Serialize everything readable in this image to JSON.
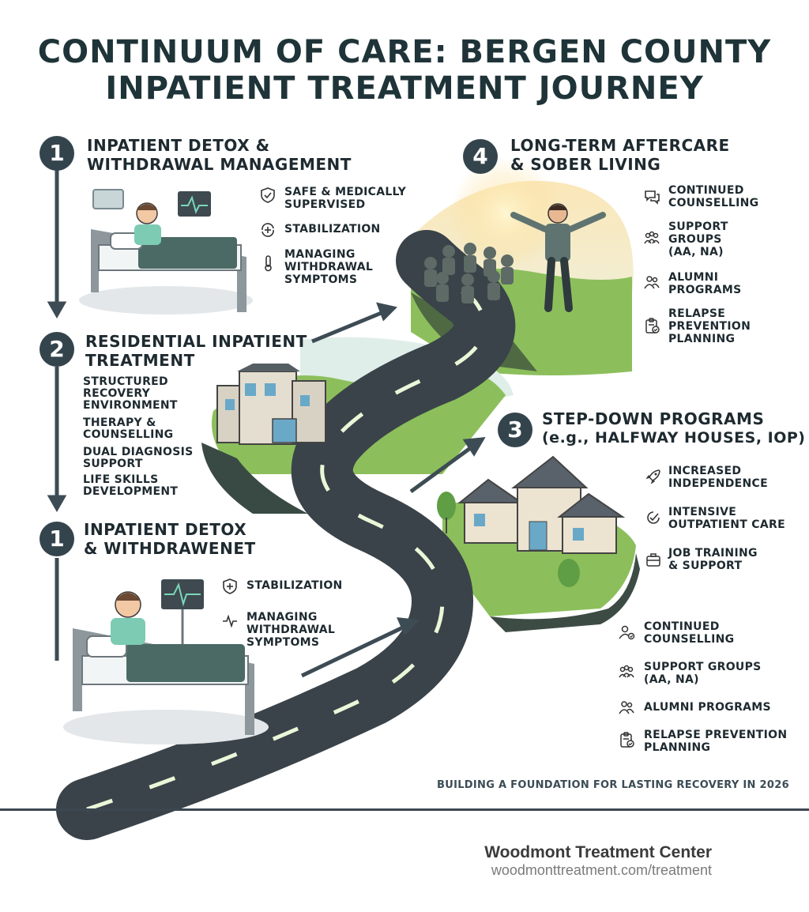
{
  "title_line1": "CONTINUUM OF CARE: BERGEN COUNTY",
  "title_line2": "INPATIENT TREATMENT JOURNEY",
  "sections": [
    {
      "number": "1",
      "title_line1": "INPATIENT DETOX &",
      "title_line2": "WITHDRAWAL MANAGEMENT",
      "items": [
        {
          "icon": "shield-check-icon",
          "line1": "SAFE & MEDICALLY",
          "line2": "SUPERVISED"
        },
        {
          "icon": "stabilization-icon",
          "line1": "STABILIZATION",
          "line2": ""
        },
        {
          "icon": "thermometer-icon",
          "line1": "MANAGING",
          "line2": "WITHDRAWAL",
          "line3": "SYMPTOMS"
        }
      ]
    },
    {
      "number": "2",
      "title_line1": "RESIDENTIAL INPATIENT",
      "title_line2": "TREATMENT",
      "items": [
        {
          "line1": "STRUCTURED",
          "line2": "RECOVERY",
          "line3": "ENVIRONMENT"
        },
        {
          "line1": "THERAPY &",
          "line2": "COUNSELLING"
        },
        {
          "line1": "DUAL DIAGNOSIS",
          "line2": "SUPPORT"
        },
        {
          "line1": "LIFE SKILLS",
          "line2": "DEVELOPMENT"
        }
      ]
    },
    {
      "number": "1",
      "title_line1": "INPATIENT DETOX",
      "title_line2": "& WITHDRAWENET",
      "items": [
        {
          "icon": "shield-plus-icon",
          "line1": "STABILIZATION"
        },
        {
          "icon": "pulse-icon",
          "line1": "MANAGING",
          "line2": "WITHDRAWAL",
          "line3": "SYMPTOMS"
        }
      ]
    },
    {
      "number": "3",
      "title_line1": "STEP-DOWN PROGRAMS",
      "title_line2": "(e.g., HALFWAY HOUSES, IOP)",
      "items": [
        {
          "icon": "rocket-icon",
          "line1": "INCREASED",
          "line2": "INDEPENDENCE"
        },
        {
          "icon": "care-icon",
          "line1": "INTENSIVE",
          "line2": "OUTPATIENT CARE"
        },
        {
          "icon": "briefcase-icon",
          "line1": "JOB TRAINING",
          "line2": "& SUPPORT"
        },
        {
          "icon": "person-check-icon",
          "line1": "CONTINUED",
          "line2": "COUNSELLING"
        },
        {
          "icon": "group-icon",
          "line1": "SUPPORT GROUPS",
          "line2": "(AA, NA)"
        },
        {
          "icon": "people-icon",
          "line1": "ALUMNI PROGRAMS"
        },
        {
          "icon": "clipboard-icon",
          "line1": "RELAPSE PREVENTION",
          "line2": "PLANNING"
        }
      ]
    },
    {
      "number": "4",
      "title_line1": "LONG-TERM AFTERCARE",
      "title_line2": "& SOBER LIVING",
      "items": [
        {
          "icon": "chat-icon",
          "line1": "CONTINUED",
          "line2": "COUNSELLING"
        },
        {
          "icon": "group-icon",
          "line1": "SUPPORT",
          "line2": "GROUPS",
          "line3": "(AA, NA)"
        },
        {
          "icon": "people-icon",
          "line1": "ALUMNI",
          "line2": "PROGRAMS"
        },
        {
          "icon": "clipboard-icon",
          "line1": "RELAPSE",
          "line2": "PREVENTION",
          "line3": "PLANNING"
        }
      ]
    }
  ],
  "tagline": "BUILDING A FOUNDATION FOR LASTING RECOVERY IN 2026",
  "brand_name": "Woodmont Treatment Center",
  "brand_url": "woodmonttreatment.com/treatment",
  "colors": {
    "dark": "#34444c",
    "road": "#3a4349",
    "grass": "#7cae4f",
    "accent_glow": "#eaf7d8"
  }
}
